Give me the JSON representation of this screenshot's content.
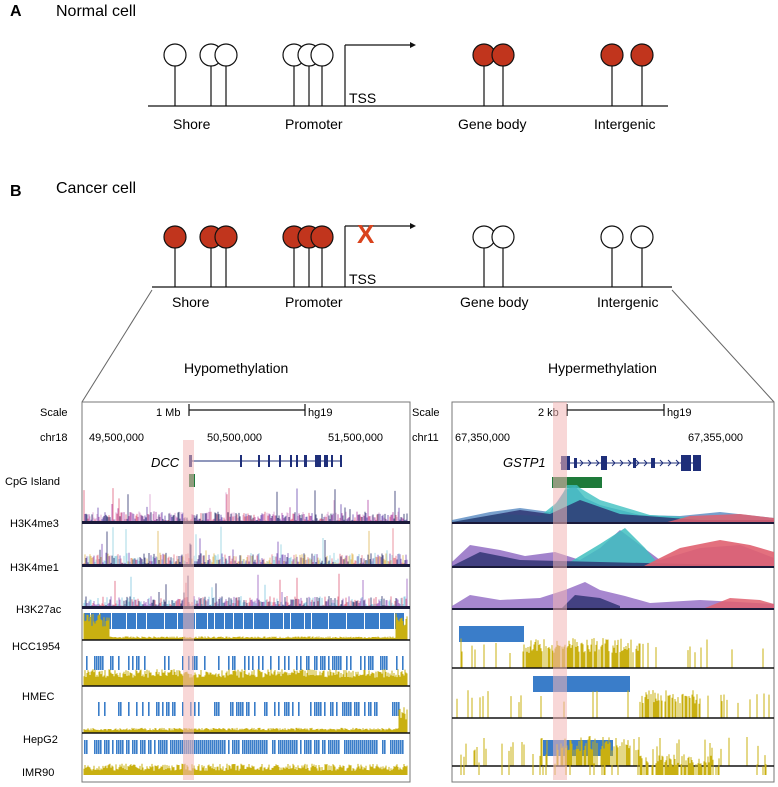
{
  "colors": {
    "methylated": "#c1351d",
    "unmethylated": "#ffffff",
    "blocks": "#3a7dc9",
    "signal": "#c9b011",
    "highlight": "#f3b7b7",
    "cpg": "#1e7a3a",
    "gene": "#1f2f7a",
    "cross": "#d9431d"
  },
  "panel_a": {
    "letter": "A",
    "title": "Normal cell",
    "tss": "TSS",
    "regions": [
      "Shore",
      "Promoter",
      "Gene body",
      "Intergenic"
    ]
  },
  "panel_b": {
    "letter": "B",
    "title": "Cancer cell",
    "tss": "TSS",
    "cross": "X",
    "regions": [
      "Shore",
      "Promoter",
      "Gene body",
      "Intergenic"
    ]
  },
  "left_browser": {
    "title": "Hypomethylation",
    "scale_label": "Scale",
    "scale_bar": "1 Mb",
    "assembly": "hg19",
    "chrom": "chr18",
    "coords": [
      "49,500,000",
      "50,500,000",
      "51,500,000"
    ],
    "gene": "DCC"
  },
  "right_browser": {
    "title": "Hypermethylation",
    "scale_label": "Scale",
    "scale_bar": "2 kb",
    "assembly": "hg19",
    "chrom": "chr11",
    "coords": [
      "67,350,000",
      "67,355,000"
    ],
    "gene": "GSTP1"
  },
  "track_labels": {
    "cpg": "CpG Island",
    "h3k4me3": "H3K4me3",
    "h3k4me1": "H3K4me1",
    "h3k27ac": "H3K27ac",
    "hcc1954": "HCC1954",
    "hmec": "HMEC",
    "hepg2": "HepG2",
    "imr90": "IMR90"
  }
}
